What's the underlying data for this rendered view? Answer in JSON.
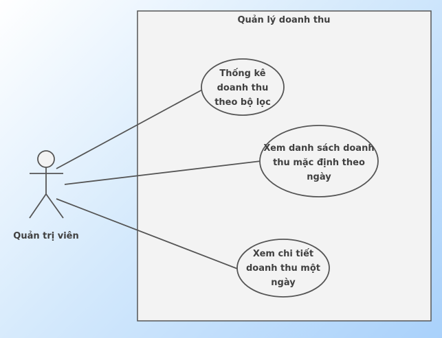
{
  "system": {
    "title": "Quản lý doanh thu"
  },
  "actor": {
    "label": "Quản trị viên"
  },
  "use_cases": [
    {
      "lines": [
        "Thống kê",
        "doanh thu",
        "theo bộ lọc"
      ]
    },
    {
      "lines": [
        "Xem danh sách doanh",
        "thu mặc định theo",
        "ngày"
      ]
    },
    {
      "lines": [
        "Xem chi tiết",
        "doanh thu một",
        "ngày"
      ]
    }
  ],
  "colors": {
    "system_fill": "#f3f3f3",
    "stroke": "#555555",
    "text": "#404040",
    "background_light": "#ffffff",
    "background_blue": "#a9d1fb"
  }
}
